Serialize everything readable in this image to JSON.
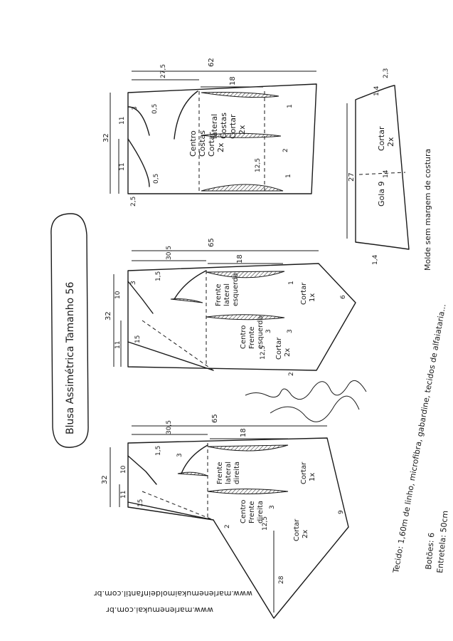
{
  "title": "Blusa Assimétrica Tamanho 56",
  "materials": {
    "fabric": "Tecido: 1,60m de linho, microfibra, gabardine, tecidos de alfaiataria...",
    "buttons": "Botões: 6",
    "interfacing": "Entretela: 50cm"
  },
  "note": "Molde sem margem de costura",
  "websites": [
    "www.marlenemukai.com.br",
    "www.marlenemukaimoldeinfantil.com.br"
  ],
  "collar": {
    "lines": [
      "Gola 9",
      "Cortar",
      "2x"
    ],
    "measures": {
      "top": "1,4",
      "top2": "2,3",
      "width": "14",
      "length": "27",
      "bottom": "1,4"
    }
  },
  "back": {
    "center": [
      "Centro",
      "Costas",
      "Cortar",
      "2x"
    ],
    "side": [
      "lateral",
      "Costas",
      "Cortar",
      "2x"
    ],
    "measures": {
      "total": "62",
      "shoulder": "27,5",
      "width": "18",
      "height": "32",
      "upper": "11",
      "lower": "11",
      "neck": "2,5",
      "h1": "3",
      "h2": "0,5",
      "dart": "12,5",
      "d1": "1",
      "d2": "2",
      "d3": "1",
      "armhole": "0,5"
    }
  },
  "left_front": {
    "center": [
      "Centro",
      "Frente",
      "esquerda"
    ],
    "center_cut": [
      "Cortar",
      "2x"
    ],
    "side": [
      "Frente",
      "lateral",
      "esquerda"
    ],
    "side_cut": [
      "Cortar",
      "1x"
    ],
    "measures": {
      "total": "65",
      "shoulder": "30,5",
      "width": "18",
      "height": "32",
      "upper": "11",
      "neck": "10",
      "n1": "1,5",
      "n2": "3",
      "slope": "15",
      "dart": "12,5",
      "d1": "1",
      "d2": "3",
      "d3": "3",
      "hem": "6",
      "h2": "2"
    }
  },
  "right_front": {
    "center": [
      "Centro",
      "Frente",
      "direita"
    ],
    "center_cut": [
      "Cortar",
      "2x"
    ],
    "side": [
      "Frente",
      "lateral",
      "direita"
    ],
    "side_cut": [
      "Cortar",
      "1x"
    ],
    "measures": {
      "total": "65",
      "shoulder": "30,5",
      "width": "18",
      "height": "32",
      "upper": "11",
      "neck": "10",
      "n1": "1,5",
      "n2": "3",
      "slope": "15",
      "dart": "12,5",
      "d3": "3",
      "hem": "9",
      "extension": "28",
      "h2": "2"
    }
  }
}
